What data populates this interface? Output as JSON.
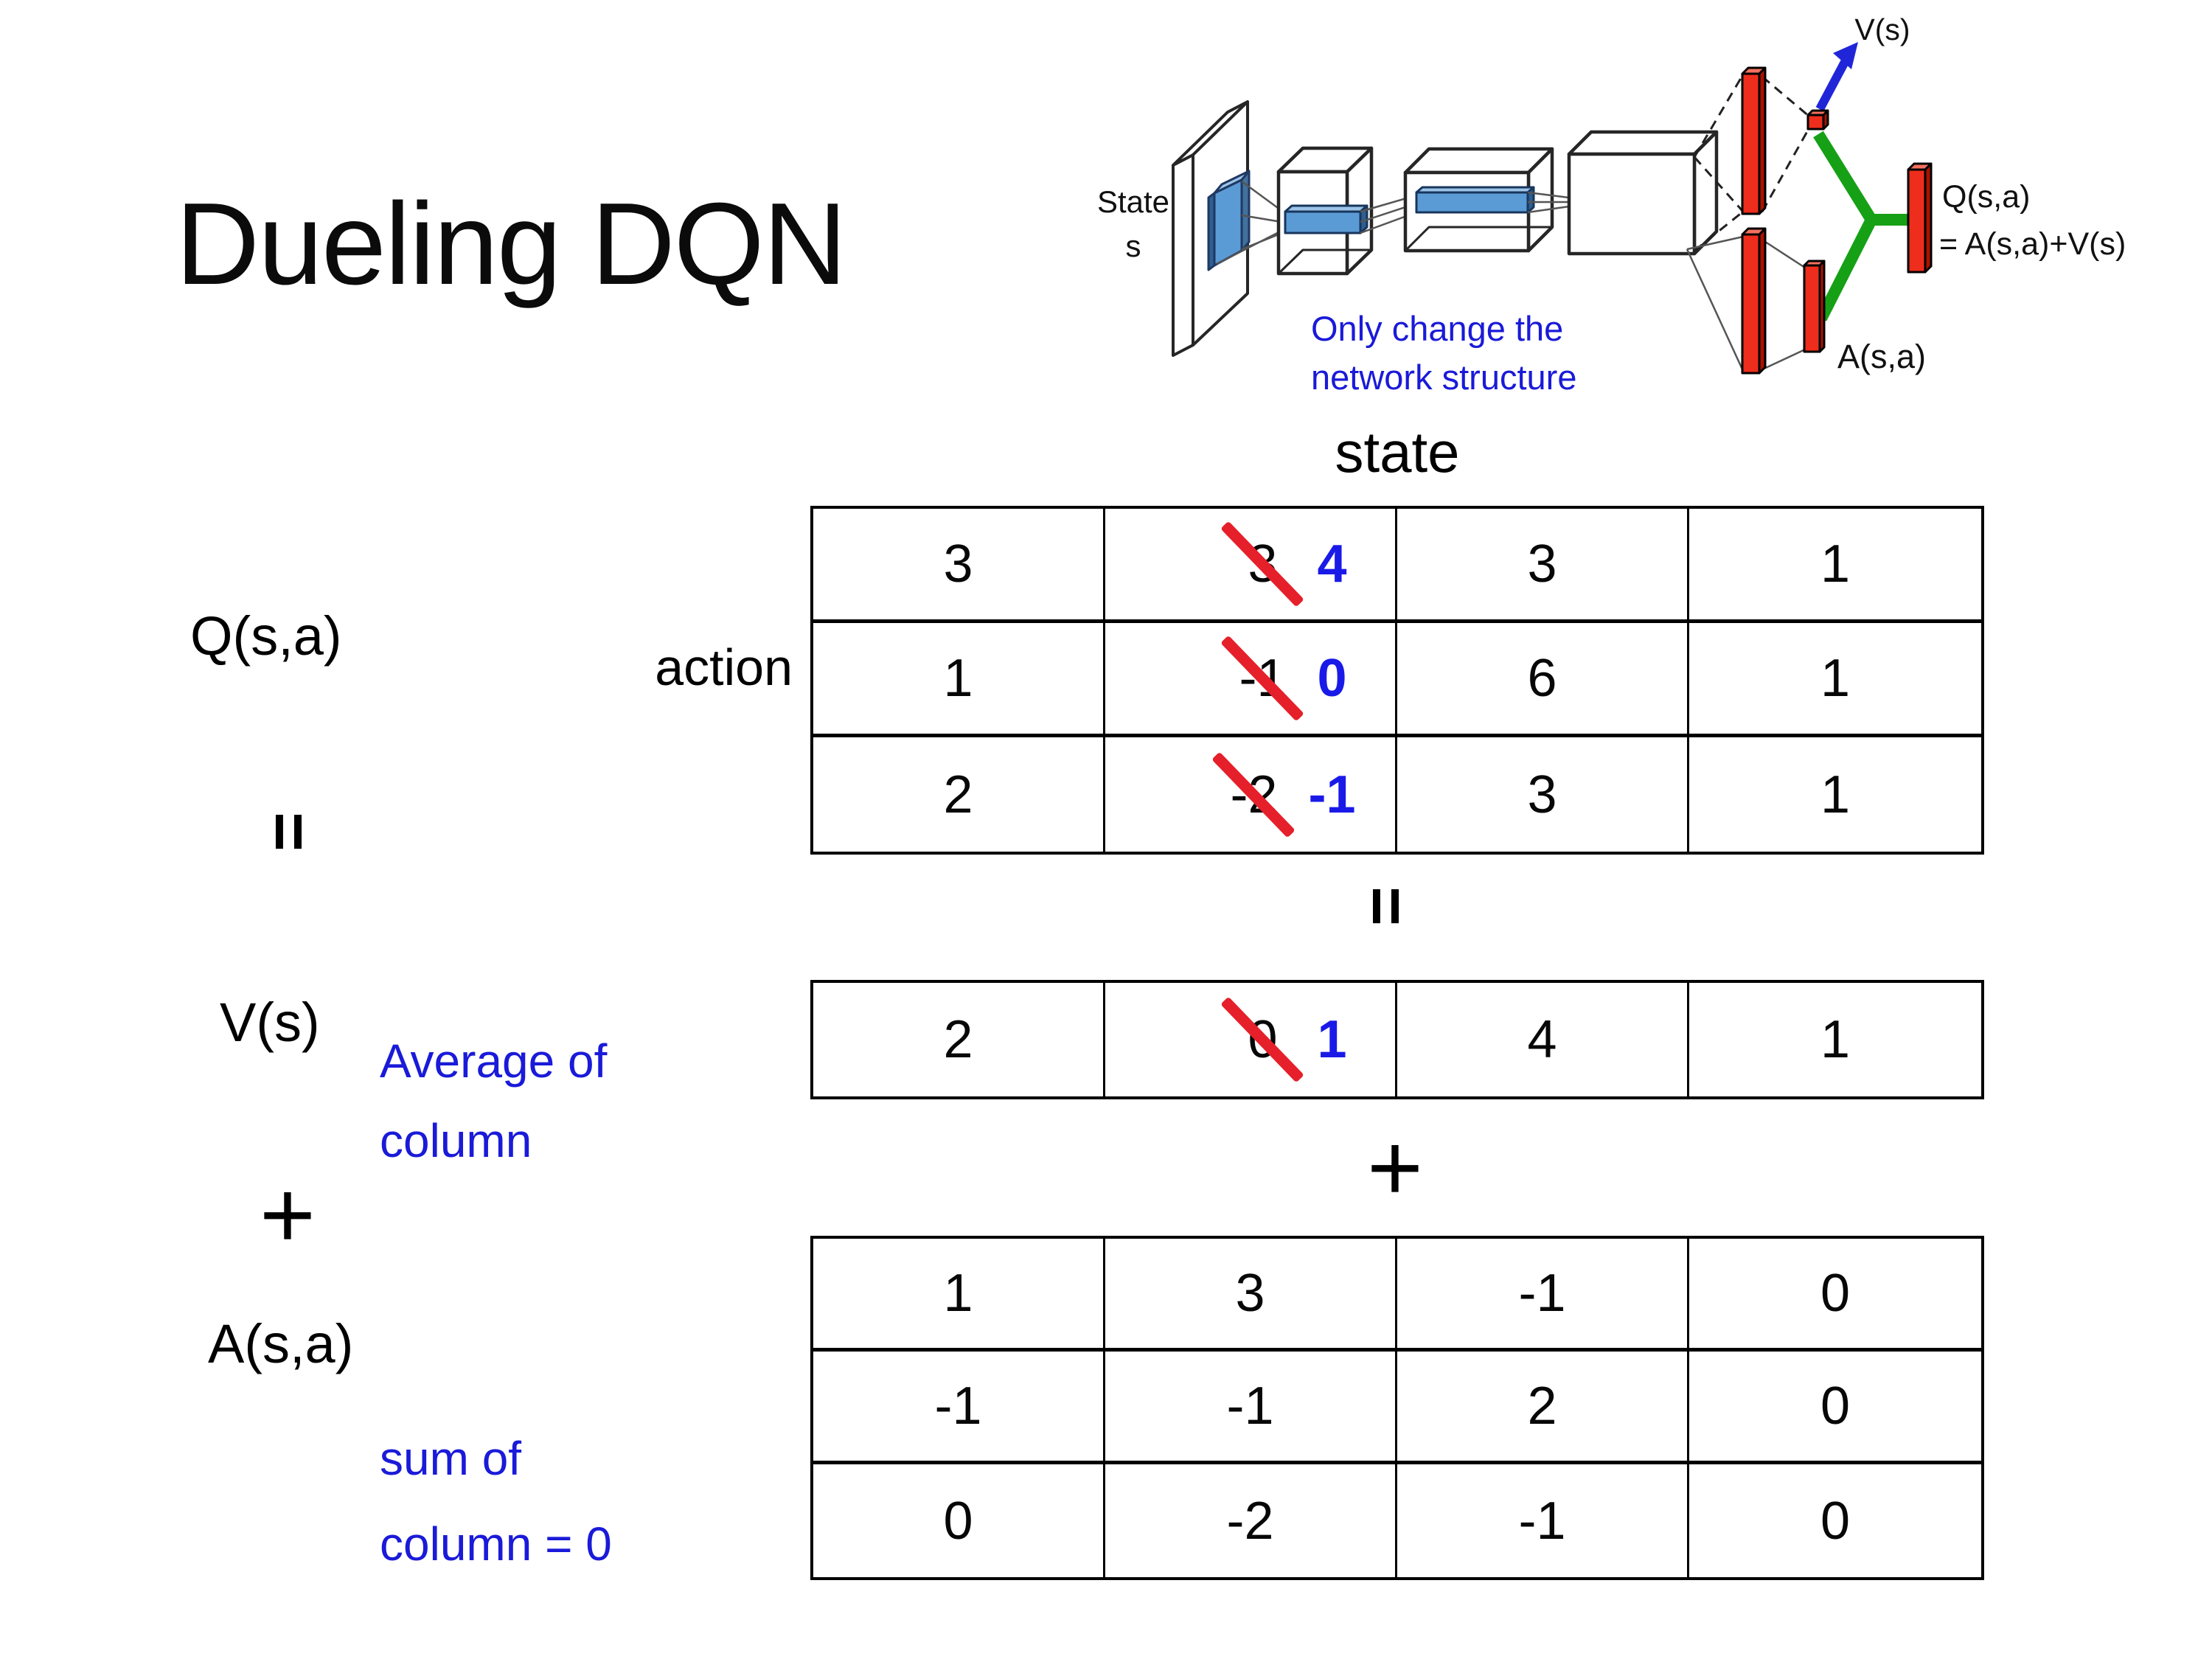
{
  "title": "Dueling DQN",
  "colors": {
    "highlight_blue": "#1a1ae8",
    "note_blue": "#1a1ad9",
    "strike_red": "#e5202a",
    "bar_red": "#ee2d1c",
    "feature_blue": "#5b9bd5",
    "merge_green": "#16a016",
    "arrow_blue": "#2026d8"
  },
  "diagram": {
    "state_line1": "State",
    "state_line2": "s",
    "note_line1": "Only change the",
    "note_line2": "network structure",
    "v_out_label": "V(s)",
    "q_out_label_line1": "Q(s,a)",
    "q_out_label_line2": "= A(s,a)+V(s)",
    "a_out_label": "A(s,a)"
  },
  "equation": {
    "q_term": "Q(s,a)",
    "action_label": "action",
    "state_label": "state",
    "equals_left": "=",
    "equals_center": "=",
    "v_term": "V(s)",
    "avg_note_line1": "Average of",
    "avg_note_line2": "column",
    "plus_left": "+",
    "plus_center": "+",
    "a_term": "A(s,a)",
    "sum_note_line1": "sum of",
    "sum_note_line2": "column = 0"
  },
  "q_table": {
    "rows": [
      [
        {
          "v": "3"
        },
        {
          "old": "3",
          "new": "4"
        },
        {
          "v": "3"
        },
        {
          "v": "1"
        }
      ],
      [
        {
          "v": "1"
        },
        {
          "old": "-1",
          "new": "0"
        },
        {
          "v": "6"
        },
        {
          "v": "1"
        }
      ],
      [
        {
          "v": "2"
        },
        {
          "old": "-2",
          "new": "-1"
        },
        {
          "v": "3"
        },
        {
          "v": "1"
        }
      ]
    ]
  },
  "v_table": {
    "rows": [
      [
        {
          "v": "2"
        },
        {
          "old": "0",
          "new": "1"
        },
        {
          "v": "4"
        },
        {
          "v": "1"
        }
      ]
    ]
  },
  "a_table": {
    "rows": [
      [
        {
          "v": "1"
        },
        {
          "v": "3"
        },
        {
          "v": "-1"
        },
        {
          "v": "0"
        }
      ],
      [
        {
          "v": "-1"
        },
        {
          "v": "-1"
        },
        {
          "v": "2"
        },
        {
          "v": "0"
        }
      ],
      [
        {
          "v": "0"
        },
        {
          "v": "-2"
        },
        {
          "v": "-1"
        },
        {
          "v": "0"
        }
      ]
    ]
  }
}
